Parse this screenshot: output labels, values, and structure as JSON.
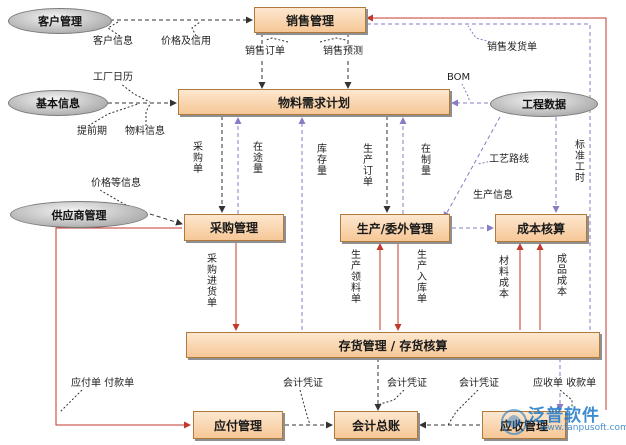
{
  "nodes": {
    "sales_mgmt": "销售管理",
    "mrp": "物料需求计划",
    "purchase_mgmt": "采购管理",
    "production_mgmt": "生产/委外管理",
    "cost_accounting": "成本核算",
    "inventory_mgmt": "存货管理 / 存货核算",
    "payable_mgmt": "应付管理",
    "ledger": "会计总账",
    "receivable_mgmt": "应收管理"
  },
  "sources": {
    "customer_mgmt": "客户管理",
    "basic_info": "基本信息",
    "supplier_mgmt": "供应商管理",
    "engineering_data": "工程数据"
  },
  "notes": {
    "customer_info": "客户信息",
    "price_credit": "价格及信用",
    "sales_order": "销售订单",
    "sales_forecast": "销售预测",
    "sales_delivery": "销售发货单",
    "factory_calendar": "工厂日历",
    "lead_time": "提前期",
    "material_info": "物料信息",
    "bom": "BOM",
    "price_info": "价格等信息",
    "purchase_order": "采购单",
    "in_transit": "在途量",
    "stock_qty": "库存量",
    "production_order": "生产订单",
    "in_process": "在制量",
    "routing": "工艺路线",
    "std_hours": "标准工时",
    "production_info": "生产信息",
    "purchase_receipt": "采购进货单",
    "production_issue": "生产领料单",
    "production_receipt": "生产入库单",
    "material_cost": "材料成本",
    "product_cost": "成品成本",
    "ap_notes": "应付单 付款单",
    "voucher_1": "会计凭证",
    "voucher_2": "会计凭证",
    "voucher_3": "会计凭证",
    "ar_notes": "应收单 收款单"
  },
  "watermark": {
    "brand": "泛普软件",
    "url": "www.fanpusoft.com"
  },
  "colors": {
    "box_fill": "#f6c796",
    "box_border": "#b07a3c",
    "arrow_red": "#c0392b",
    "arrow_purple": "#8a7bc2",
    "arrow_dark": "#333333",
    "ellipse_fill": "#a9a9a9"
  }
}
